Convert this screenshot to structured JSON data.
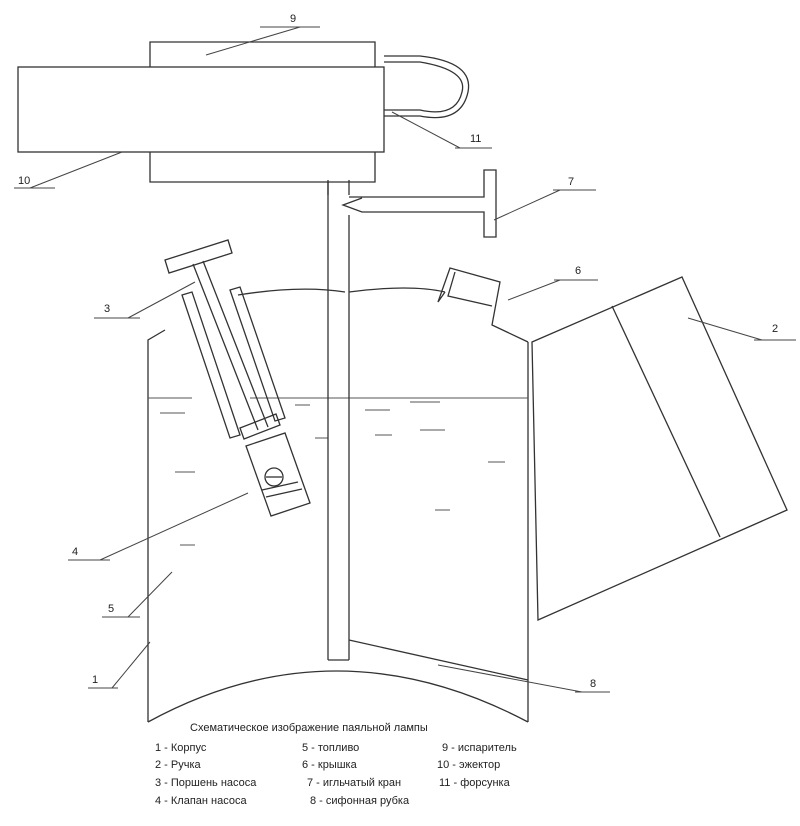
{
  "diagram": {
    "numbers": {
      "n1": "1",
      "n2": "2",
      "n3": "3",
      "n4": "4",
      "n5": "5",
      "n6": "6",
      "n7": "7",
      "n8": "8",
      "n9": "9",
      "n10": "10",
      "n11": "11"
    }
  },
  "legend": {
    "title": "Схематическое изображение паяльной лампы",
    "items": [
      "1 -  Корпус",
      "5 - топливо",
      "9 - испаритель",
      "2 - Ручка",
      "6 - крышка",
      "10 - эжектор",
      "3 - Поршень насоса",
      "7 - игльчатый кран",
      "11 - форсунка",
      "4 - Клапан насоса",
      "8 - сифонная рубка"
    ]
  }
}
